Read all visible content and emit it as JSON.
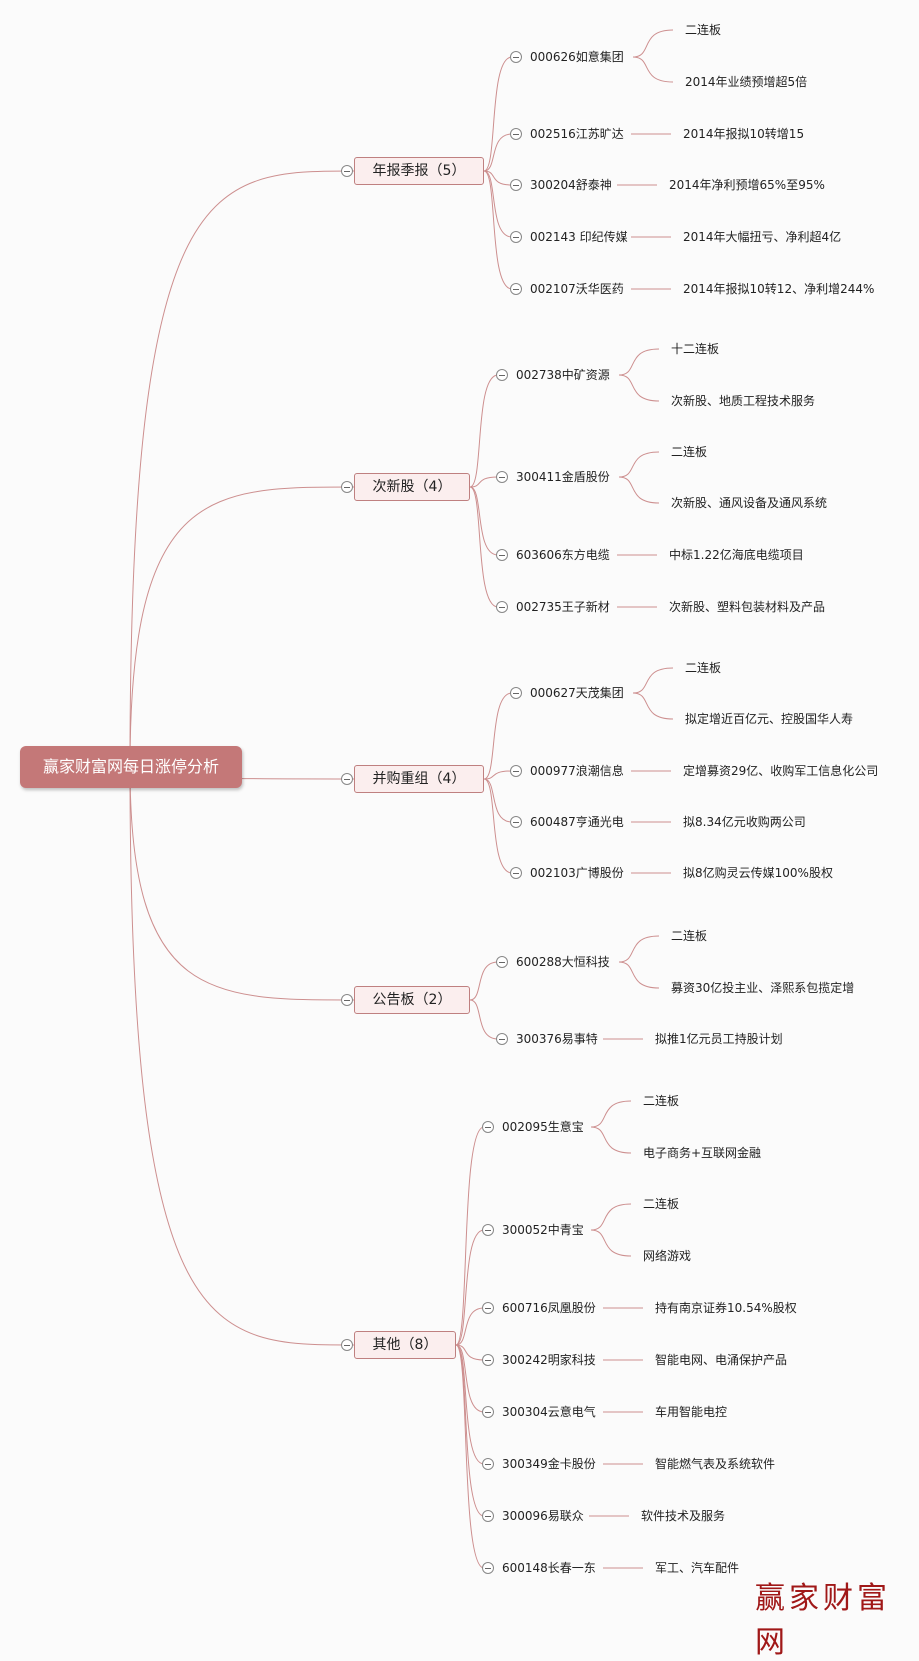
{
  "root": "赢家财富网每日涨停分析",
  "watermark": "赢家财富网",
  "colors": {
    "link": "#cd8f8f",
    "root_fill": "#c47878",
    "category_fill": "#fbeeee"
  },
  "categories": [
    {
      "label": "年报季报（5）",
      "stocks": [
        {
          "name": "000626如意集团",
          "notes": [
            "二连板",
            "2014年业绩预增超5倍"
          ]
        },
        {
          "name": "002516江苏旷达",
          "notes": [
            "2014年报拟10转增15"
          ]
        },
        {
          "name": "300204舒泰神",
          "notes": [
            "2014年净利预增65%至95%"
          ]
        },
        {
          "name": "002143 印纪传媒",
          "notes": [
            "2014年大幅扭亏、净利超4亿"
          ]
        },
        {
          "name": "002107沃华医药",
          "notes": [
            "2014年报拟10转12、净利增244%"
          ]
        }
      ]
    },
    {
      "label": "次新股（4）",
      "stocks": [
        {
          "name": "002738中矿资源",
          "notes": [
            "十二连板",
            "次新股、地质工程技术服务"
          ]
        },
        {
          "name": "300411金盾股份",
          "notes": [
            "二连板",
            "次新股、通风设备及通风系统"
          ]
        },
        {
          "name": "603606东方电缆",
          "notes": [
            "中标1.22亿海底电缆项目"
          ]
        },
        {
          "name": "002735王子新材",
          "notes": [
            "次新股、塑料包装材料及产品"
          ]
        }
      ]
    },
    {
      "label": "并购重组（4）",
      "stocks": [
        {
          "name": "000627天茂集团",
          "notes": [
            "二连板",
            "拟定增近百亿元、控股国华人寿"
          ]
        },
        {
          "name": "000977浪潮信息",
          "notes": [
            "定增募资29亿、收购军工信息化公司"
          ]
        },
        {
          "name": "600487亨通光电",
          "notes": [
            "拟8.34亿元收购两公司"
          ]
        },
        {
          "name": "002103广博股份",
          "notes": [
            "拟8亿购灵云传媒100%股权"
          ]
        }
      ]
    },
    {
      "label": "公告板（2）",
      "stocks": [
        {
          "name": "600288大恒科技",
          "notes": [
            "二连板",
            "募资30亿投主业、泽熙系包揽定增"
          ]
        },
        {
          "name": "300376易事特",
          "notes": [
            "拟推1亿元员工持股计划"
          ]
        }
      ]
    },
    {
      "label": "其他（8）",
      "stocks": [
        {
          "name": "002095生意宝",
          "notes": [
            "二连板",
            "电子商务+互联网金融"
          ]
        },
        {
          "name": "300052中青宝",
          "notes": [
            "二连板",
            "网络游戏"
          ]
        },
        {
          "name": "600716凤凰股份",
          "notes": [
            "持有南京证券10.54%股权"
          ]
        },
        {
          "name": "300242明家科技",
          "notes": [
            "智能电网、电涌保护产品"
          ]
        },
        {
          "name": "300304云意电气",
          "notes": [
            "车用智能电控"
          ]
        },
        {
          "name": "300349金卡股份",
          "notes": [
            "智能燃气表及系统软件"
          ]
        },
        {
          "name": "300096易联众",
          "notes": [
            "软件技术及服务"
          ]
        },
        {
          "name": "600148长春一东",
          "notes": [
            "军工、汽车配件"
          ]
        }
      ]
    }
  ]
}
